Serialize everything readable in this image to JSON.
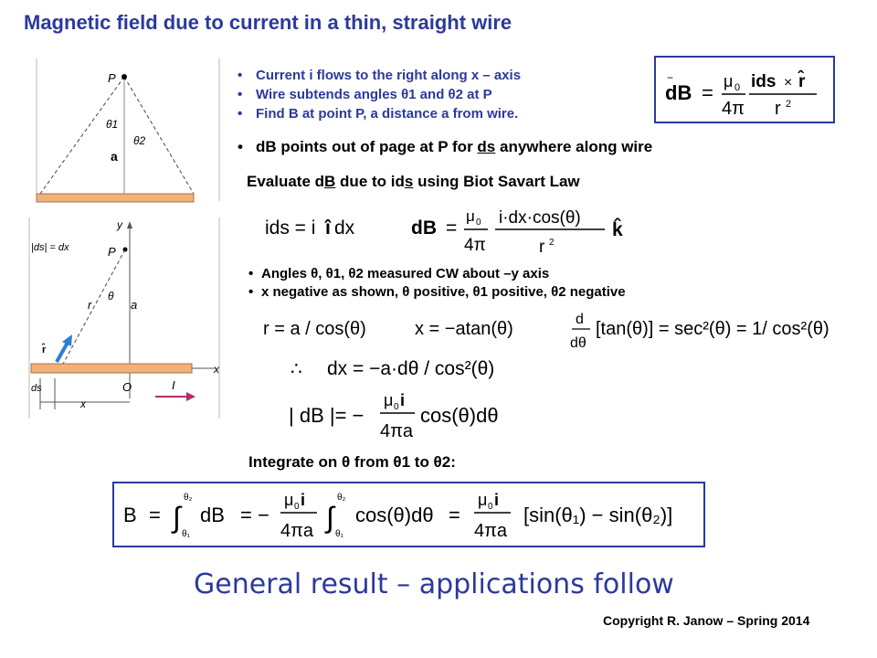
{
  "title": "Magnetic field due to current in a thin, straight wire",
  "bullets": [
    "Current i flows to the right along x – axis",
    "Wire subtends angles θ1 and θ2 at P",
    "Find B at point P, a distance a from wire."
  ],
  "bullet_main": {
    "pre": "dB",
    "mid": " points out of page at P for ",
    "ds": "ds",
    "post": " anywhere along wire"
  },
  "evaluate": {
    "pre": "Evaluate d",
    "B": "B",
    "mid": " due to id",
    "s": "s",
    "post": " using Biot Savart Law"
  },
  "notes": [
    "Angles θ, θ1, θ2 measured CW about –y axis",
    "x negative as shown, θ positive, θ1 positive, θ2 negative"
  ],
  "integrate": "Integrate on θ from θ1 to θ2:",
  "general": "General result – applications follow",
  "copyright": "Copyright R. Janow – Spring 2014",
  "figure1": {
    "P": "P",
    "theta1": "θ1",
    "theta2": "θ2",
    "a": "a"
  },
  "figure2": {
    "y": "y",
    "ds_eq": "|ds| = dx",
    "P": "P",
    "r": "r",
    "theta": "θ",
    "a": "a",
    "rhat": "r̂",
    "x": "x",
    "ds": "ds",
    "O": "O",
    "I": "I",
    "xneg": "x"
  },
  "equations": {
    "biot": "dB = (μ0/4π) ids × r̂ / r²",
    "ids": "ids = i î dx",
    "dB": "dB = (μ0/4π) i·dx·cos(θ)/r² k̂",
    "r": "r = a / cos(θ)",
    "x": "x = −a tan(θ)",
    "deriv": "d/dθ [tan(θ)] = sec²(θ) = 1/cos²(θ)",
    "dx": "∴ dx = −a·dθ / cos²(θ)",
    "absdB": "|dB| = −(μ0 i / 4πa) cos(θ)dθ",
    "B": "B = ∫ dB = −(μ0 i/4πa) ∫ cos(θ)dθ = (μ0 i/4πa)[sin(θ1) − sin(θ2)]"
  }
}
